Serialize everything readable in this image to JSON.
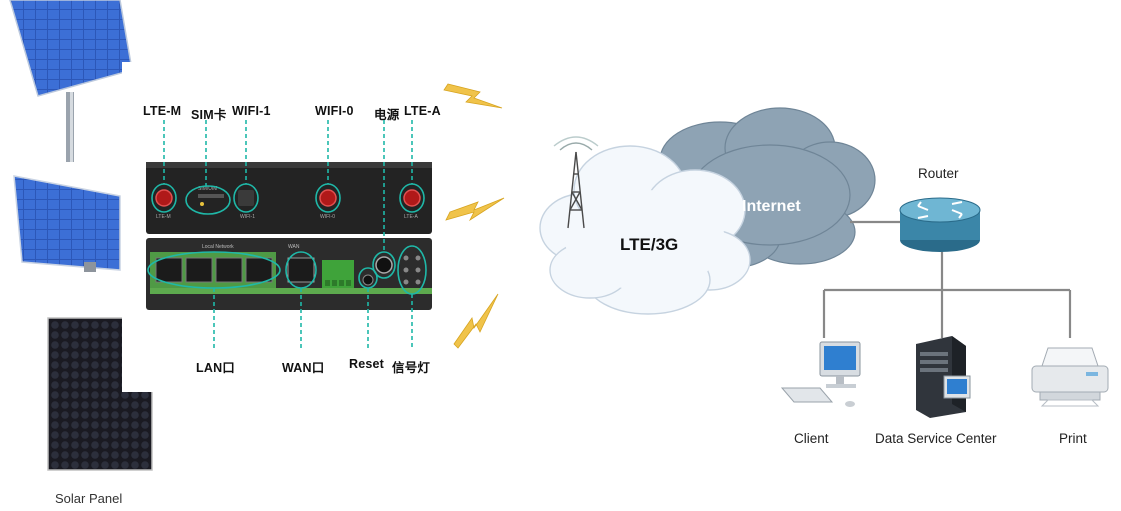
{
  "device": {
    "top_callouts": [
      "LTE-M",
      "SIM卡",
      "WIFI-1",
      "WIFI-0",
      "电源",
      "LTE-A"
    ],
    "bottom_callouts": [
      "LAN口",
      "WAN口",
      "Reset",
      "信号灯"
    ],
    "port_labels_small": [
      "LTE-M",
      "SIM/UIM",
      "WIFI-1",
      "WIFI-0",
      "LTE-A"
    ],
    "ports_section_labels": [
      "Local Network",
      "WAN"
    ]
  },
  "solar": {
    "caption": "Solar Panel"
  },
  "network": {
    "cloud_lte": "LTE/3G",
    "cloud_internet": "Internet",
    "router": "Router",
    "endpoints": [
      "Client",
      "Data Service Center",
      "Print"
    ]
  },
  "colors": {
    "callout_line": "#1fb8a8",
    "cloud_lte": "#f2f7fc",
    "cloud_internet": "#8ea3b4",
    "lightning": "#f0c34a",
    "device_body": "#2a2a2a",
    "port_panel": "#4f9a45"
  }
}
